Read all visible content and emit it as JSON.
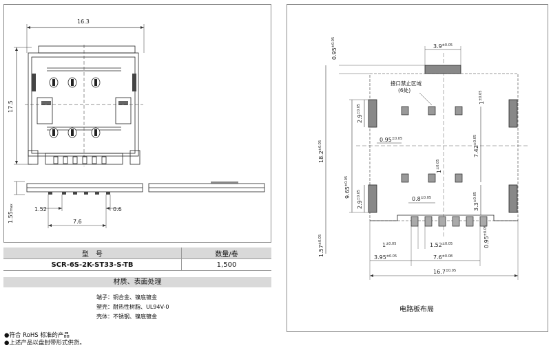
{
  "top_view": {
    "width_dim": "16.3",
    "height_dim": "17.5"
  },
  "side_view": {
    "height_dim": "1.55",
    "height_unit": "max",
    "pitch_dim": "1.52",
    "gap_dim": "0.6",
    "span_dim": "7.6"
  },
  "pcb_layout": {
    "caption": "电路板布局",
    "keepout_label": "接口禁止区域",
    "keepout_count": "(6处)",
    "dims": {
      "top_pad_width": "3.9",
      "top_offset": "0.95",
      "side_pad_height": "2.9",
      "pad_offset": "0.95",
      "total_height": "18.2",
      "inner_height": "9.65",
      "contact_vertical": "7.42",
      "contact_size_upper": "1",
      "contact_size_lower": "1",
      "contact_horizontal": "0.8",
      "bottom_side_pad": "2.9",
      "right_offset": "3.3",
      "left_bottom_height": "1.57",
      "bottom_pad_width": "1",
      "bottom_pitch": "1.52",
      "bottom_right_offset": "0.95",
      "bottom_left_edge": "3.95",
      "bottom_span": "7.6",
      "total_width": "16.7"
    },
    "tolerance_005": "±0.05",
    "tolerance_008": "±0.08"
  },
  "spec_table": {
    "header_model": "型　号",
    "header_qty": "数量/卷",
    "model": "SCR-6S-2K-ST33-S-TB",
    "qty": "1,500"
  },
  "materials": {
    "header": "材质、表面处理",
    "terminal": "端子：铜合金、镍底镀金",
    "housing": "塑壳：耐热性树脂、UL94V-0",
    "shell": "壳体：不锈钢、镍底镀金"
  },
  "notes": [
    "●符合 RoHS 标准的产品",
    "●上述产品以盘封带形式供货。"
  ]
}
